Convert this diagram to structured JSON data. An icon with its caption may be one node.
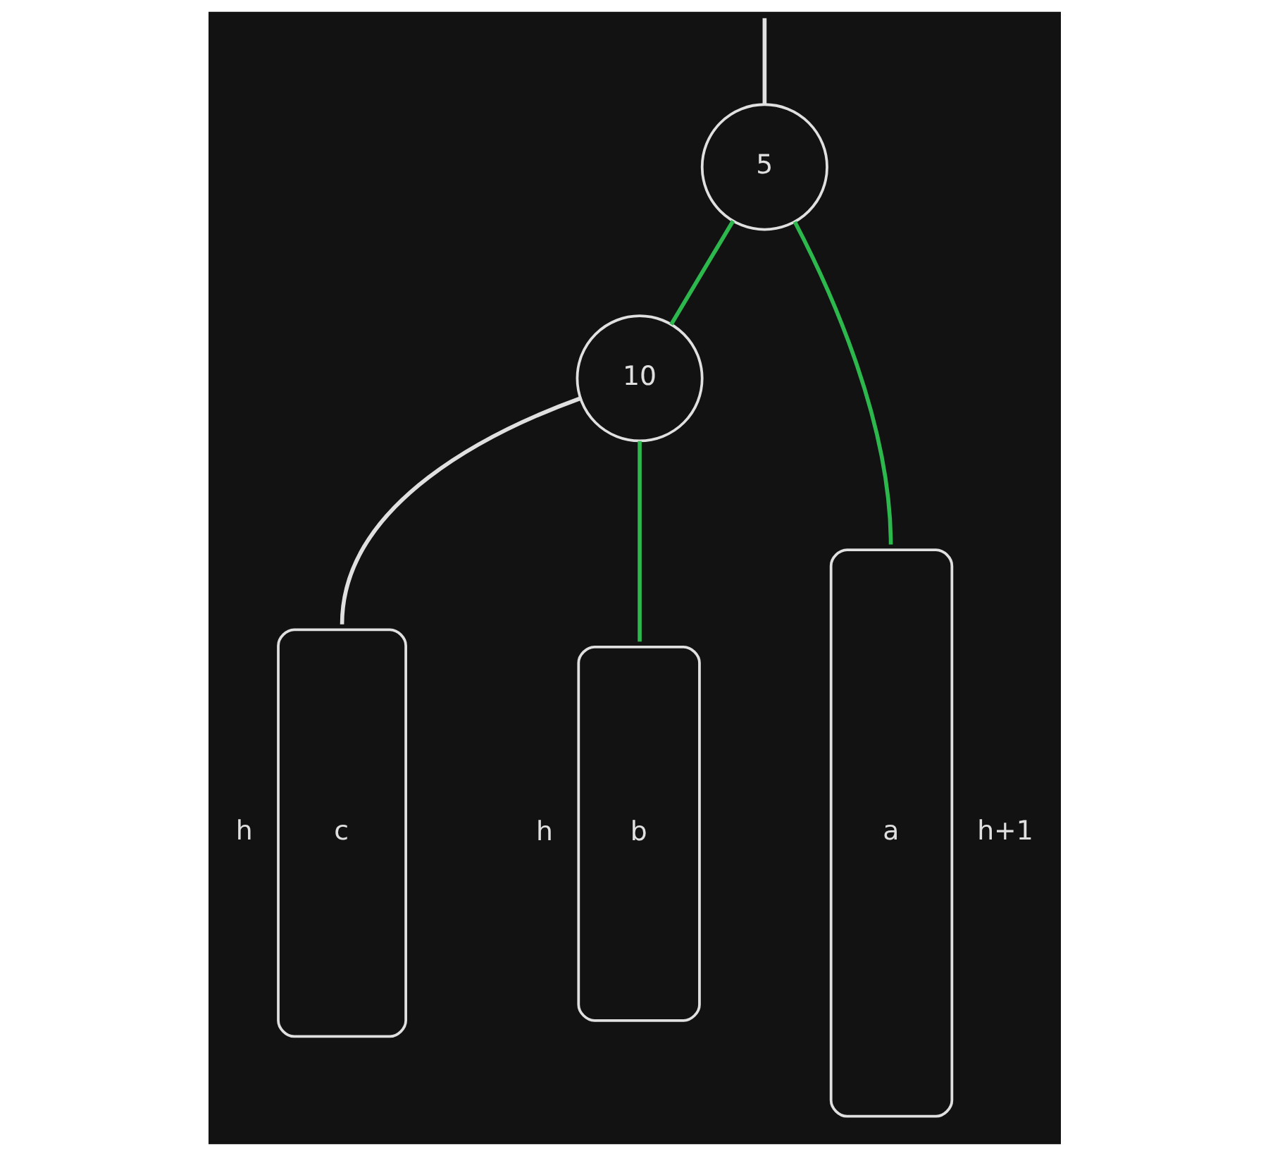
{
  "diagram": {
    "nodes": [
      {
        "text": [
          "5"
        ]
      },
      {
        "text": [
          "10"
        ]
      },
      {
        "text": [
          "c"
        ],
        "beside": [
          "h"
        ]
      },
      {
        "text": [
          "b"
        ],
        "beside": [
          "h"
        ]
      },
      {
        "text": [
          "a"
        ],
        "beside": [
          "h+1"
        ]
      }
    ],
    "edges": [
      {
        "from": null,
        "to": 0,
        "arrow": "none",
        "color": "#e0e0e0"
      },
      {
        "from": 0,
        "to": 1,
        "arrow": "none"
      },
      {
        "from": 0,
        "to": 4,
        "arrow": "none"
      },
      {
        "from": 1,
        "to": 2,
        "arrow": "none",
        "color": "#e0e0e0"
      },
      {
        "from": 1,
        "to": 3,
        "arrow": "none"
      }
    ]
  }
}
